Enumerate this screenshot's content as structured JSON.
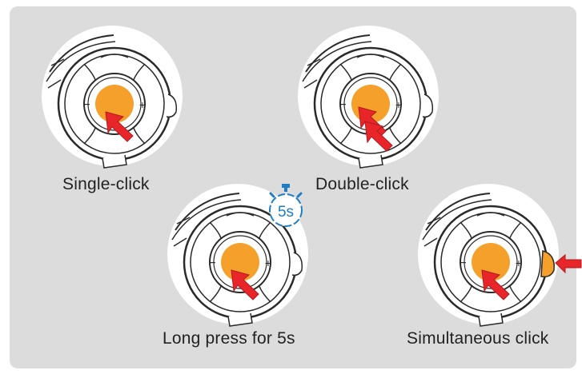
{
  "colors": {
    "panel": "#dcdcdc",
    "button_center": "#f5a02a",
    "arrow": "#e8262a",
    "timer": "#1f7ec2",
    "outline": "#2a2a2a",
    "face": "#ffffff"
  },
  "steps": [
    {
      "caption": "Single-click",
      "minus": "−",
      "plus": "+",
      "side_button_pressed": false
    },
    {
      "caption": "Double-click",
      "minus": "−",
      "plus": "+",
      "side_button_pressed": false
    },
    {
      "caption": "Long press for 5s",
      "minus": "−",
      "plus": "+",
      "side_button_pressed": false
    },
    {
      "caption": "Simultaneous click",
      "minus": "−",
      "plus": "+",
      "side_button_pressed": true
    }
  ],
  "timer": {
    "label": "5s"
  },
  "icons": [
    "press-arrow-icon",
    "stopwatch-icon"
  ]
}
